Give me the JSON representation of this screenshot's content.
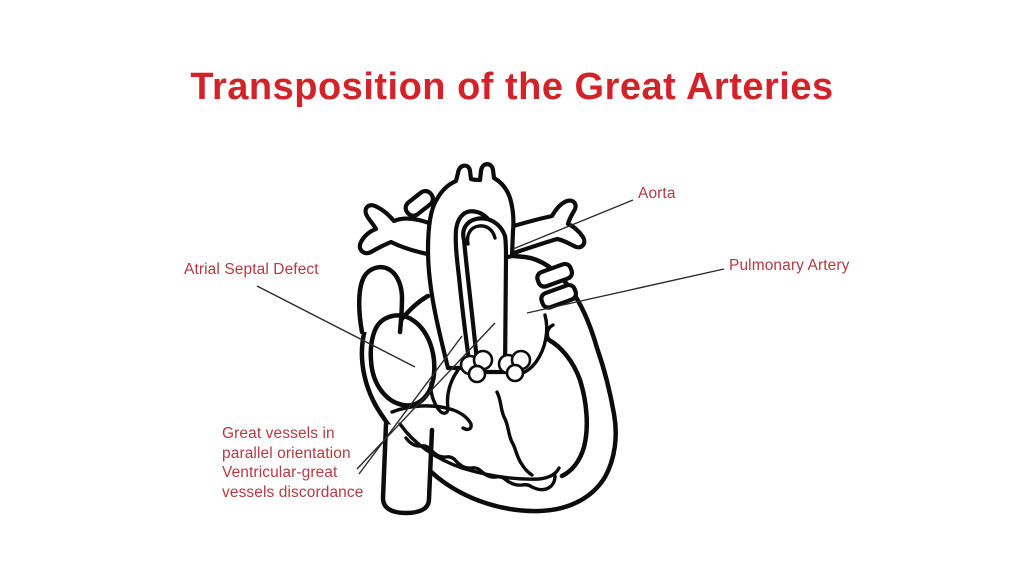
{
  "title": {
    "text": "Transposition of the Great Arteries",
    "color": "#d2232a"
  },
  "diagram": {
    "subject": "heart with transposed great arteries",
    "label_color": "#b23b42",
    "line_color": "#0c0c0c",
    "labels": {
      "aorta": "Aorta",
      "pulmonary_artery": "Pulmonary Artery",
      "atrial_septal_defect": "Atrial Septal Defect",
      "great_vessels_1": "Great vessels in",
      "great_vessels_2": "parallel orientation",
      "great_vessels_3": "Ventricular-great",
      "great_vessels_4": "vessels discordance"
    }
  }
}
